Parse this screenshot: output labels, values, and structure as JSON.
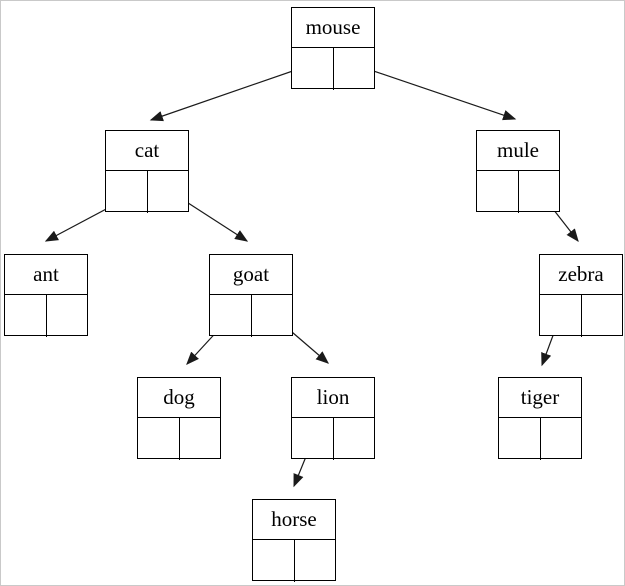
{
  "diagram": {
    "type": "binary-tree",
    "colors": {
      "line": "#000000",
      "box_border": "#000000",
      "background": "#ffffff",
      "outer_border": "#c9c9c9"
    },
    "nodes": [
      {
        "id": "mouse",
        "label": "mouse",
        "left_child": "cat",
        "right_child": "mule"
      },
      {
        "id": "cat",
        "label": "cat",
        "left_child": "ant",
        "right_child": "goat"
      },
      {
        "id": "mule",
        "label": "mule",
        "left_child": null,
        "right_child": "zebra"
      },
      {
        "id": "ant",
        "label": "ant",
        "left_child": null,
        "right_child": null
      },
      {
        "id": "goat",
        "label": "goat",
        "left_child": "dog",
        "right_child": "lion"
      },
      {
        "id": "zebra",
        "label": "zebra",
        "left_child": "tiger",
        "right_child": null
      },
      {
        "id": "dog",
        "label": "dog",
        "left_child": null,
        "right_child": null
      },
      {
        "id": "lion",
        "label": "lion",
        "left_child": "horse",
        "right_child": null
      },
      {
        "id": "tiger",
        "label": "tiger",
        "left_child": null,
        "right_child": null
      },
      {
        "id": "horse",
        "label": "horse",
        "left_child": null,
        "right_child": null
      }
    ],
    "edges": [
      {
        "from": "mouse",
        "from_cell": "left",
        "to": "cat"
      },
      {
        "from": "mouse",
        "from_cell": "right",
        "to": "mule"
      },
      {
        "from": "cat",
        "from_cell": "left",
        "to": "ant"
      },
      {
        "from": "cat",
        "from_cell": "right",
        "to": "goat"
      },
      {
        "from": "mule",
        "from_cell": "right",
        "to": "zebra"
      },
      {
        "from": "goat",
        "from_cell": "left",
        "to": "dog"
      },
      {
        "from": "goat",
        "from_cell": "right",
        "to": "lion"
      },
      {
        "from": "zebra",
        "from_cell": "left",
        "to": "tiger"
      },
      {
        "from": "lion",
        "from_cell": "left",
        "to": "horse"
      }
    ]
  }
}
